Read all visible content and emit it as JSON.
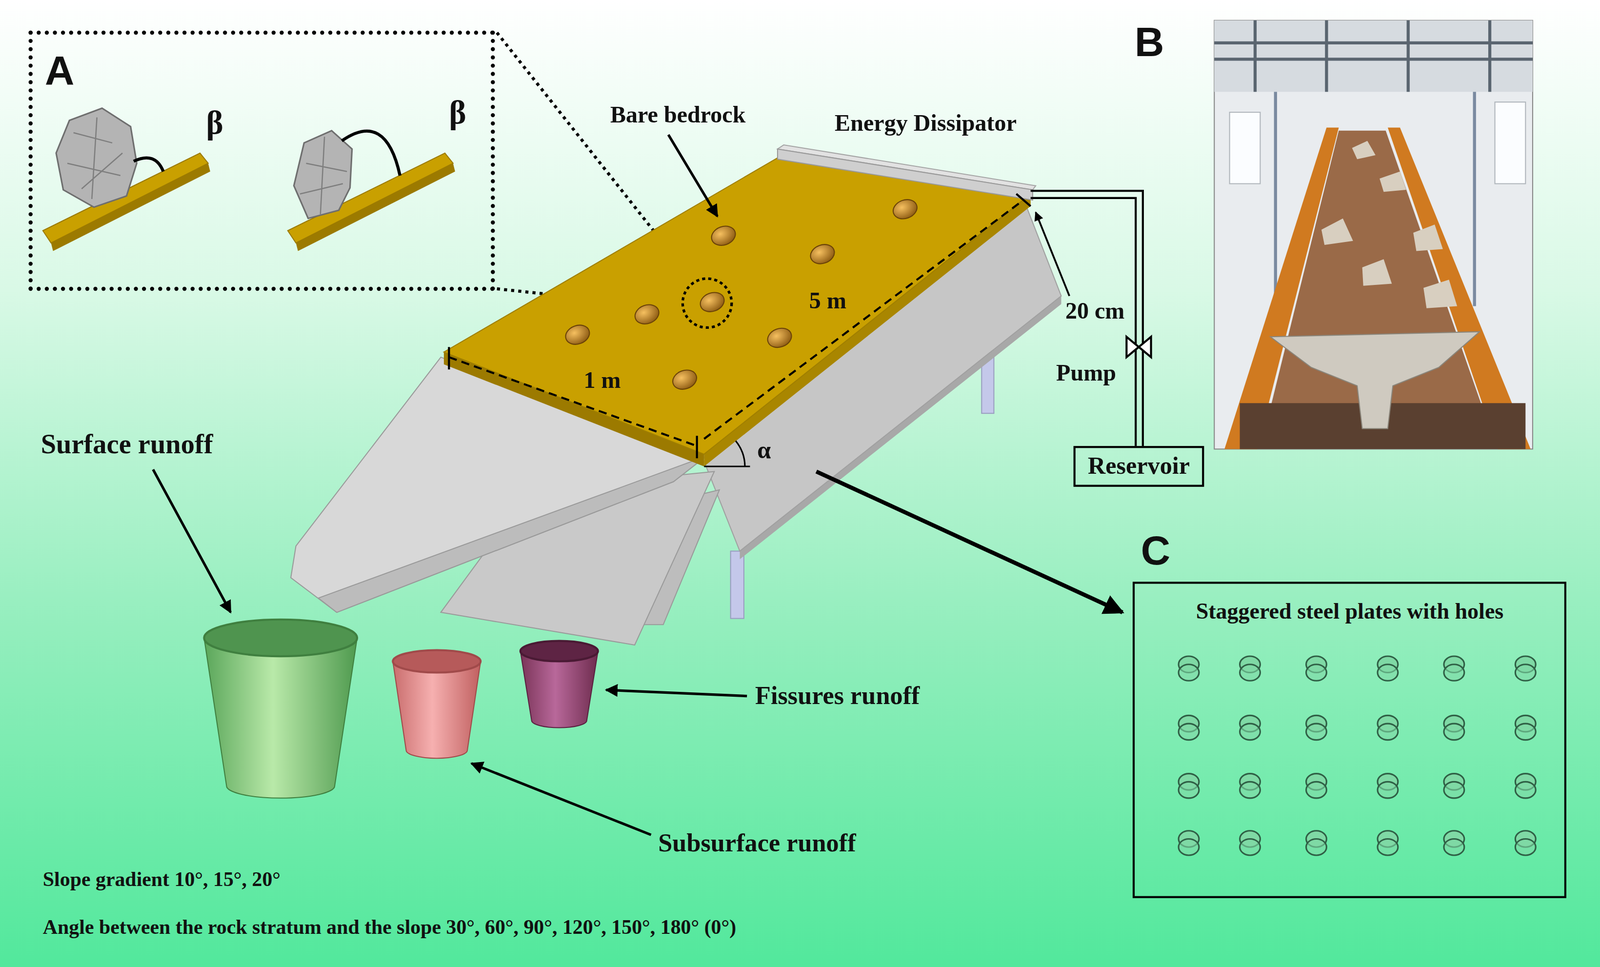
{
  "diagram": {
    "nodes": [
      {
        "text": [
          "A",
          "β",
          "β"
        ]
      },
      {
        "text": [
          "Reservoir"
        ]
      },
      {
        "text": [
          "C",
          "Staggered steel plates with holes"
        ]
      }
    ],
    "labels": [
      "B",
      "Bare bedrock",
      "Energy Dissipator",
      "5 m",
      "20 cm",
      "1 m",
      "Pump",
      "α",
      "Surface runoff",
      "Fissures runoff",
      "Subsurface runoff",
      "Slope gradient 10°, 15°, 20°",
      "Angle between the rock stratum and the slope 30°, 60°, 90°, 120°, 150°, 180° (0°)"
    ]
  }
}
